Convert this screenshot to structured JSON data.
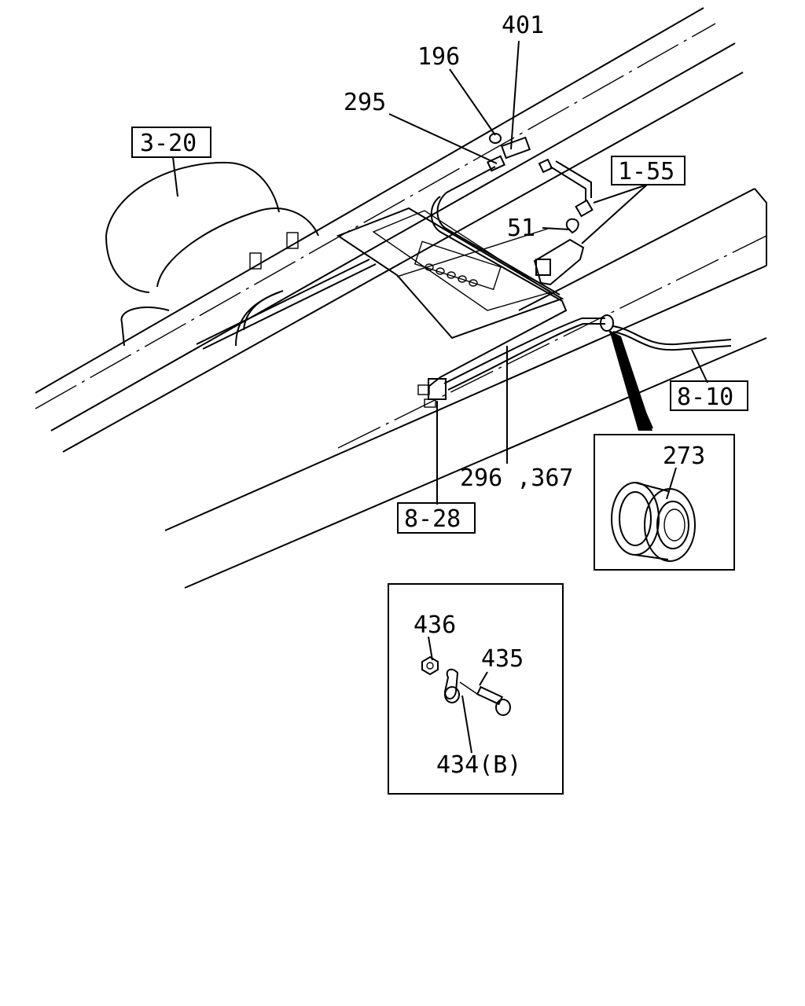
{
  "callouts": {
    "p401": "401",
    "p196": "196",
    "p295": "295",
    "p51": "51",
    "p296_367": "296 ,367",
    "p273": "273",
    "p436": "436",
    "p435": "435",
    "p434b": "434(B)"
  },
  "references": {
    "r3_20": "3-20",
    "r1_55": "1-55",
    "r8_10": "8-10",
    "r8_28": "8-28"
  },
  "icons": {
    "grommet": "grommet-detail-icon",
    "clip": "clip-bolt-detail-icon"
  }
}
